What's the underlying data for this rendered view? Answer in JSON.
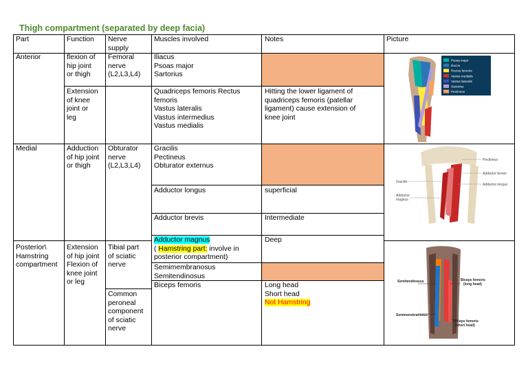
{
  "title": "Thigh compartment (separated by deep facia)",
  "headers": {
    "part": "Part",
    "function": "Function",
    "nerve": [
      "Nerve",
      "supply"
    ],
    "muscles": "Muscles involved",
    "notes": "Notes",
    "picture": "Picture"
  },
  "anterior": {
    "part": "Anterior",
    "function1": [
      "flexion of",
      "hip joint",
      "or thigh"
    ],
    "function2": [
      "Extension",
      "of knee",
      "joint or",
      "leg"
    ],
    "nerve": [
      "Femoral",
      "nerve",
      "(L2,L3,L4)"
    ],
    "muscles1": [
      "Iliacus",
      "Psoas major",
      "Sartorius"
    ],
    "muscles2": [
      "Quadriceps femoris Rectus",
      "femoris",
      "Vastus lateralis",
      "Vastus intermedius",
      "Vastus medialis"
    ],
    "notes2": [
      "Hitting the  lower ligament of",
      "quadriceps femoris (patellar",
      "ligament) cause extension of",
      "knee joint"
    ]
  },
  "medial": {
    "part": "Medial",
    "function": [
      "Adduction",
      "of hip joint",
      "or thigh"
    ],
    "nerve": [
      "Obturator",
      "nerve",
      "(L2,L3,L4)"
    ],
    "muscles1": [
      "Gracilis",
      "Pectineus",
      "Obturator externus"
    ],
    "longus": "Adductor longus",
    "longus_note": "superficial",
    "brevis": "Adductor brevis",
    "brevis_note": "Intermediate",
    "magnus": "Adductor magnus",
    "magnus_paren": "( ",
    "magnus_hl": "Hamstring part:",
    "magnus_rest": " involve in",
    "magnus_line2": "posterior compartment)",
    "magnus_note": "Deep"
  },
  "posterior": {
    "part": [
      "Posterior\\",
      "Hamstring",
      "compartment"
    ],
    "function": [
      "Extension",
      "of hip joint",
      "Flexion of",
      "knee joint",
      "or leg"
    ],
    "nerve1": [
      "Tibial part",
      "of sciatic",
      "nerve"
    ],
    "nerve2": [
      "Common",
      "peroneal",
      "component",
      "of sciatic",
      "nerve"
    ],
    "semi": [
      "Semimembranosus",
      "Semitendinosus"
    ],
    "biceps": "Biceps femoris",
    "biceps_notes": [
      "Long head",
      "Short head"
    ],
    "not_hamstring": "Not  Hamstring"
  },
  "legend": [
    {
      "label": "Psoas major",
      "color": "#00b0a0"
    },
    {
      "label": "Iliacus",
      "color": "#2e75b6"
    },
    {
      "label": "Rectus femoris",
      "color": "#ffeb3b"
    },
    {
      "label": "Vastus medialis",
      "color": "#d32f2f"
    },
    {
      "label": "Vastus lateralis",
      "color": "#3f51b5"
    },
    {
      "label": "Sartorius",
      "color": "#b39ddb"
    },
    {
      "label": "Pectineus",
      "color": "#f4a460"
    }
  ],
  "pic2_labels": {
    "pectineus": "Pectineus",
    "brevis": "Adductor brevis",
    "longus": "Adductor longus",
    "gracilis": "Gracilis",
    "magnus1": "Adductor",
    "magnus2": "magnus"
  },
  "pic3_labels": {
    "semitendinosus": "Semitendinosus",
    "biceps_long1": "Biceps femoris",
    "biceps_long2": "(long head)",
    "semimembranosus": "Semimembranosus",
    "biceps_short1": "Biceps femoris",
    "biceps_short2": "(short head)"
  },
  "colors": {
    "peach": "#f4b183",
    "title_green": "#4e8a2e",
    "cyan": "#00ffff",
    "yellow": "#ffff00"
  }
}
